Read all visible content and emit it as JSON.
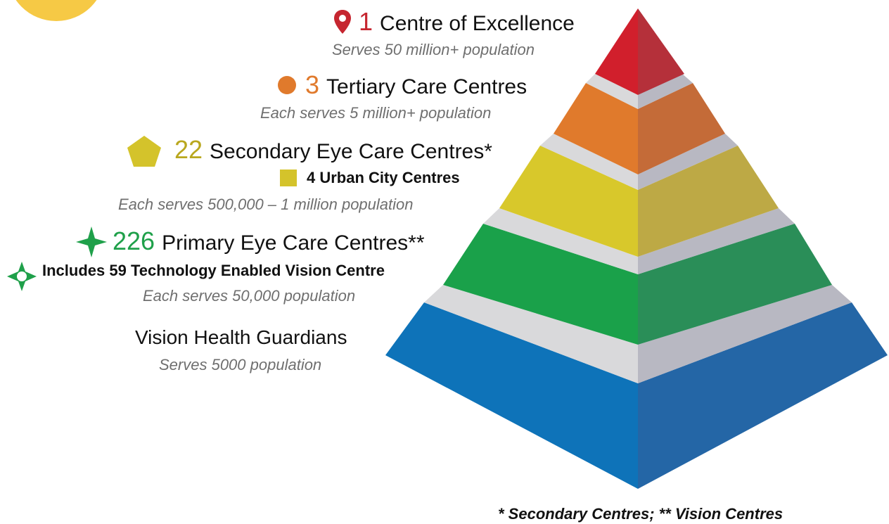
{
  "tiers": [
    {
      "number": "1",
      "title": "Centre of Excellence",
      "subtitle": "Serves 50 million+ population",
      "color": "#c62630",
      "icon": "map-pin-icon"
    },
    {
      "number": "3",
      "title": "Tertiary Care Centres",
      "subtitle": "Each serves 5 million+ population",
      "color": "#e07a2c",
      "icon": "circle-icon"
    },
    {
      "number": "22",
      "title": "Secondary Eye Care Centres*",
      "extra": "4 Urban City Centres",
      "subtitle": "Each serves 500,000 – 1 million population",
      "color": "#b9a71e",
      "icon": "pentagon-icon",
      "extra_icon": "square-icon"
    },
    {
      "number": "226",
      "title": "Primary Eye Care Centres**",
      "extra": "Includes 59 Technology Enabled Vision Centre",
      "subtitle": "Each serves 50,000 population",
      "color": "#1fa04a",
      "icon": "star-icon",
      "extra_icon": "vision-centre-icon"
    },
    {
      "title": "Vision Health Guardians",
      "subtitle": "Serves 5000 population",
      "color": "#1d6eb5"
    }
  ],
  "footnote": "* Secondary Centres; ** Vision Centres",
  "colors": {
    "red": "#c8202d",
    "orange": "#e07a2c",
    "yellow": "#d7c92a",
    "green": "#1f9e4a",
    "blue": "#1a72b8",
    "grey": "#c9c9cc"
  }
}
